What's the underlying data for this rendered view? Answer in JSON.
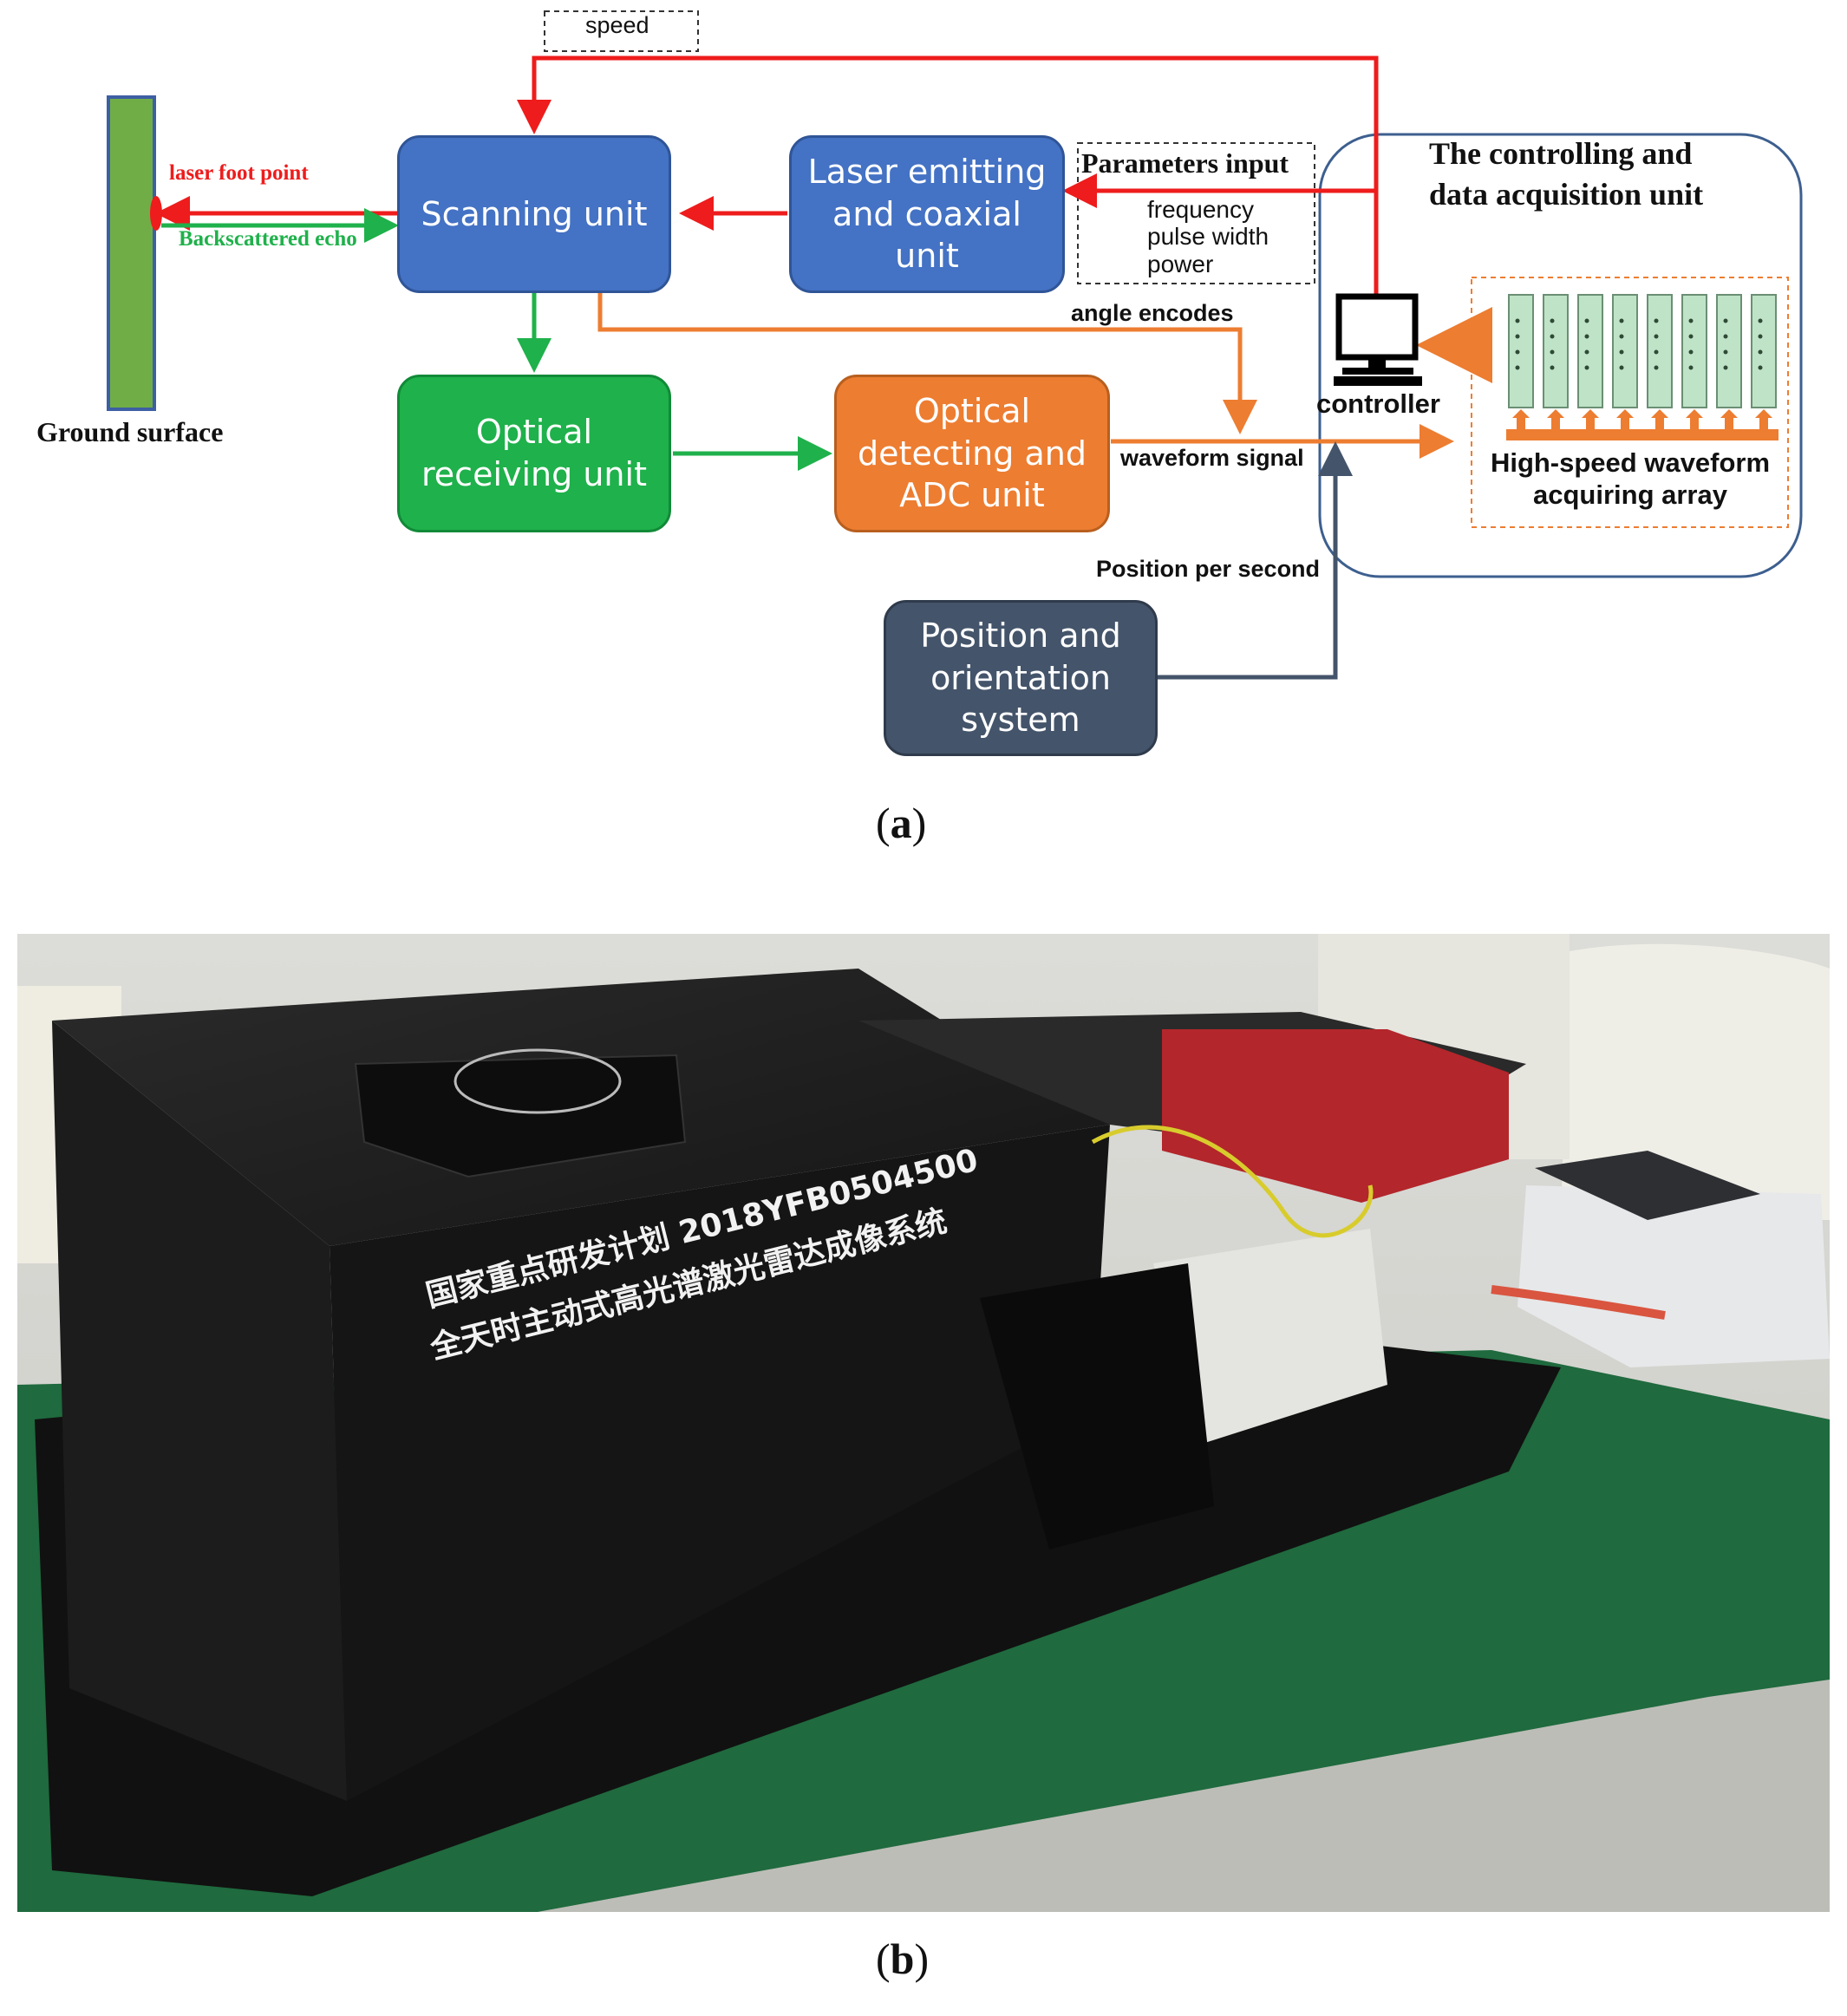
{
  "panel_a": {
    "caption_letter": "a",
    "ground_surface": "Ground surface",
    "laser_foot_point": "laser foot point",
    "backscattered_echo": "Backscattered echo",
    "speed": "speed",
    "scanning_unit": "Scanning unit",
    "laser_unit": "Laser emitting\nand coaxial\nunit",
    "parameters_input": "Parameters input",
    "params": [
      "frequency",
      "pulse width",
      "power"
    ],
    "control_unit_title": "The controlling and\ndata acquisition unit",
    "controller": "controller",
    "angle_encodes": "angle encodes",
    "optical_receiving": "Optical\nreceiving unit",
    "optical_detecting": "Optical\ndetecting and\nADC unit",
    "waveform_signal": "waveform signal",
    "array_label": "High-speed waveform\nacquiring array",
    "position_per_second": "Position per second",
    "pos_system": "Position and\norientation\nsystem"
  },
  "panel_b": {
    "caption_letter": "b",
    "signage_line1": "国家重点研发计划 2018YFB0504500",
    "signage_line2": "全天时主动式高光谱激光雷达成像系统"
  },
  "colors": {
    "red_arrow": "#ee1c1c",
    "green_arrow": "#1fb14b",
    "orange_arrow": "#ed7d31",
    "navy_arrow": "#44546a",
    "scanning_blue": "#4472c4",
    "receiving_green": "#1fb14b",
    "detecting_orange": "#ed7d31",
    "position_navy": "#44546a",
    "ground_green": "#70ad47"
  }
}
